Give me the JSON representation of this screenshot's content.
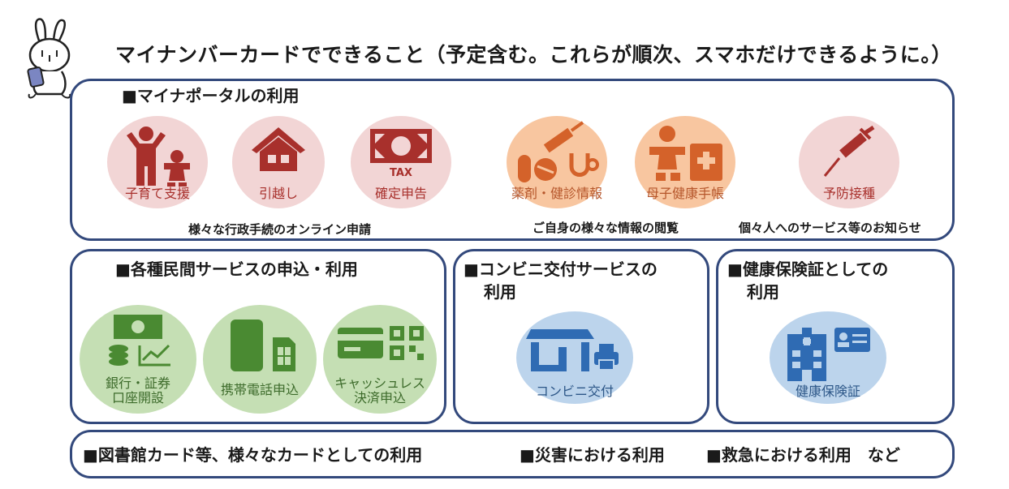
{
  "title": "マイナンバーカードでできること（予定含む。これらが順次、スマホだけできるように。）",
  "portal": {
    "heading": "■マイナポータルの利用",
    "items": [
      {
        "label": "子育て支援"
      },
      {
        "label": "引越し"
      },
      {
        "label": "確定申告",
        "badge": "TAX"
      },
      {
        "label": "薬剤・健診情報"
      },
      {
        "label": "母子健康手帳"
      },
      {
        "label": "予防接種"
      }
    ],
    "notes": [
      "様々な行政手続のオンライン申請",
      "ご自身の様々な情報の閲覧",
      "個々人へのサービス等のお知らせ"
    ]
  },
  "private": {
    "heading": "■各種民間サービスの申込・利用",
    "items": [
      {
        "label_line1": "銀行・証券",
        "label_line2": "口座開設"
      },
      {
        "label": "携帯電話申込"
      },
      {
        "label_line1": "キャッシュレス",
        "label_line2": "決済申込"
      }
    ]
  },
  "convenience": {
    "heading_line1": "■コンビニ交付サービスの",
    "heading_line2": "利用",
    "item_label": "コンビニ交付"
  },
  "insurance": {
    "heading_line1": "■健康保険証としての",
    "heading_line2": "利用",
    "item_label": "健康保険証"
  },
  "bottom": {
    "text1": "■図書館カード等、様々なカードとしての利用",
    "text2": "■災害における利用",
    "text3": "■救急における利用　など"
  },
  "colors": {
    "border": "#33497c",
    "red_icon": "#a8302c",
    "orange_icon": "#d4622a",
    "green_icon": "#4a8a32",
    "blue_icon": "#2f6bb3"
  }
}
